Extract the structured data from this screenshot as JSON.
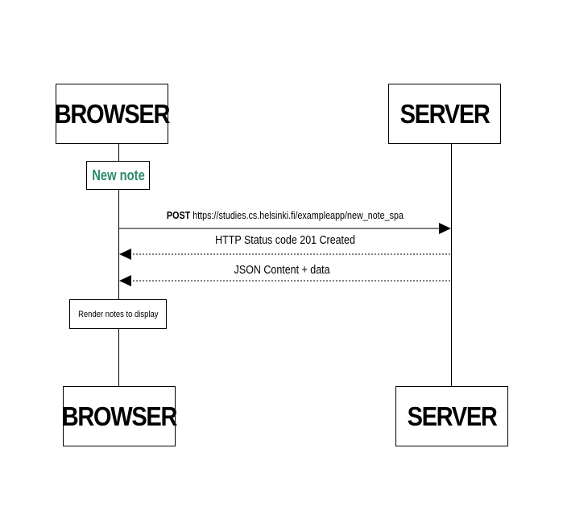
{
  "participants": [
    {
      "id": "browser",
      "label": "BROWSER"
    },
    {
      "id": "server",
      "label": "SERVER"
    }
  ],
  "notes": [
    {
      "id": "new_note",
      "text": "New note",
      "color": "#2e8b6a"
    },
    {
      "id": "render_notes",
      "text": "Render notes to display",
      "color": "#000000"
    }
  ],
  "messages": [
    {
      "id": "post",
      "method": "POST",
      "text": "https://studies.cs.helsinki.fi/exampleapp/new_note_spa",
      "from": "browser",
      "to": "server",
      "line_style": "solid"
    },
    {
      "id": "status",
      "text": "HTTP Status code 201 Created",
      "from": "server",
      "to": "browser",
      "line_style": "dotted"
    },
    {
      "id": "json",
      "text": "JSON Content + data",
      "from": "server",
      "to": "browser",
      "line_style": "dotted"
    }
  ],
  "colors": {
    "line": "#000000",
    "note_text_accent": "#2e8b6a",
    "background": "#ffffff"
  }
}
